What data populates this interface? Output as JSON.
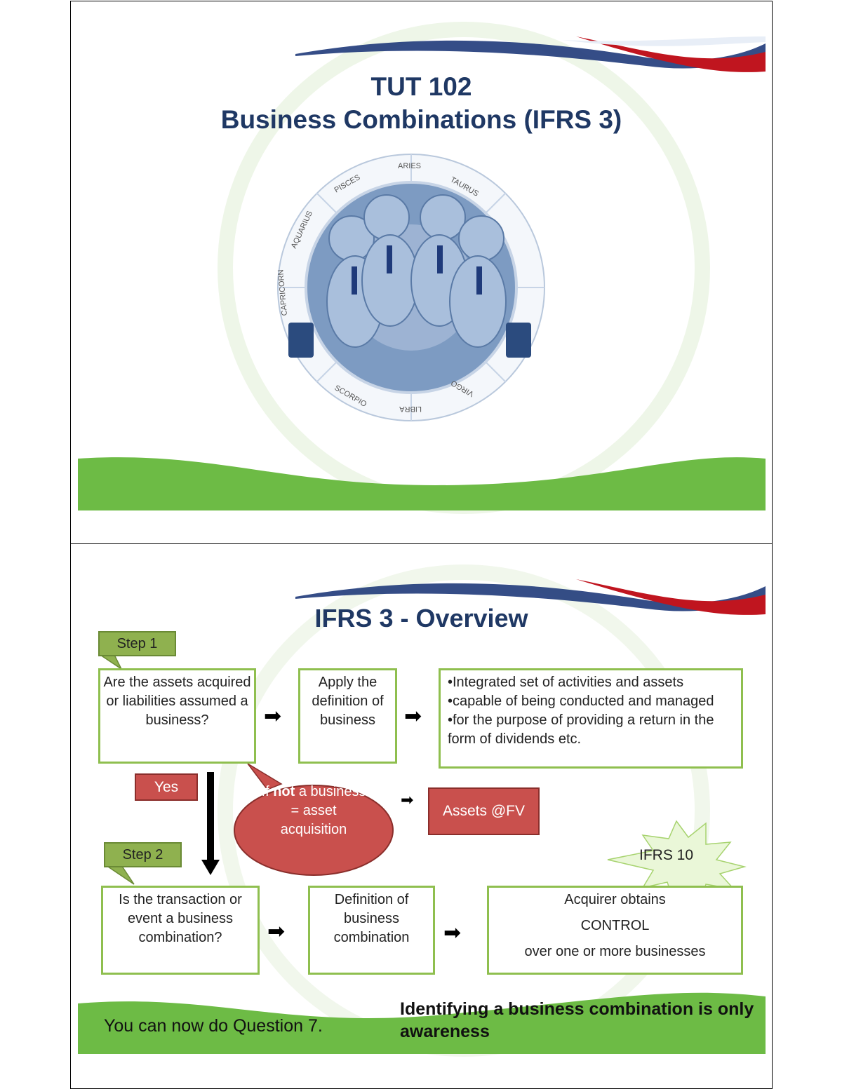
{
  "slide1": {
    "title_line1": "TUT 102",
    "title_line2": "Business Combinations (IFRS 3)",
    "zodiac_labels": [
      "ARIES",
      "TAURUS",
      "PISCES",
      "AQUARIUS",
      "CAPRICORN",
      "SCORPIO",
      "LIBRA",
      "VIRGO"
    ]
  },
  "slide2": {
    "title": "IFRS 3 - Overview",
    "step1_tag": "Step 1",
    "step1_question": "Are the assets acquired or liabilities assumed a business?",
    "apply_definition": "Apply the definition of business",
    "definition_bullets": [
      "•Integrated set of activities and assets",
      "•capable of being conducted and managed",
      "•for the purpose of providing a return in the form of dividends etc."
    ],
    "yes_label": "Yes",
    "not_business_pre": "If ",
    "not_business_bold": "not",
    "not_business_post": " a business = asset acquisition",
    "assets_fv": "Assets @FV",
    "ifrs10": "IFRS 10",
    "step2_tag": "Step 2",
    "step2_question": "Is the transaction or event a business combination?",
    "definition_bc": "Definition of business combination",
    "acquirer_line1": "Acquirer obtains",
    "acquirer_line2": "CONTROL",
    "acquirer_line3": "over one or more businesses",
    "footer_left": "You can now do Question 7.",
    "footer_right": "Identifying a business combination is only awareness"
  },
  "colors": {
    "title": "#1f3864",
    "green": "#6dbb45",
    "box_border": "#8fbf4f",
    "red": "#c9504d",
    "navy_swoosh": "#1f3a7a",
    "red_swoosh": "#c0151f"
  },
  "icons": [
    "right-arrow-icon",
    "down-arrow-icon",
    "callout-icon",
    "starburst-icon",
    "zodiac-wheel-icon"
  ]
}
